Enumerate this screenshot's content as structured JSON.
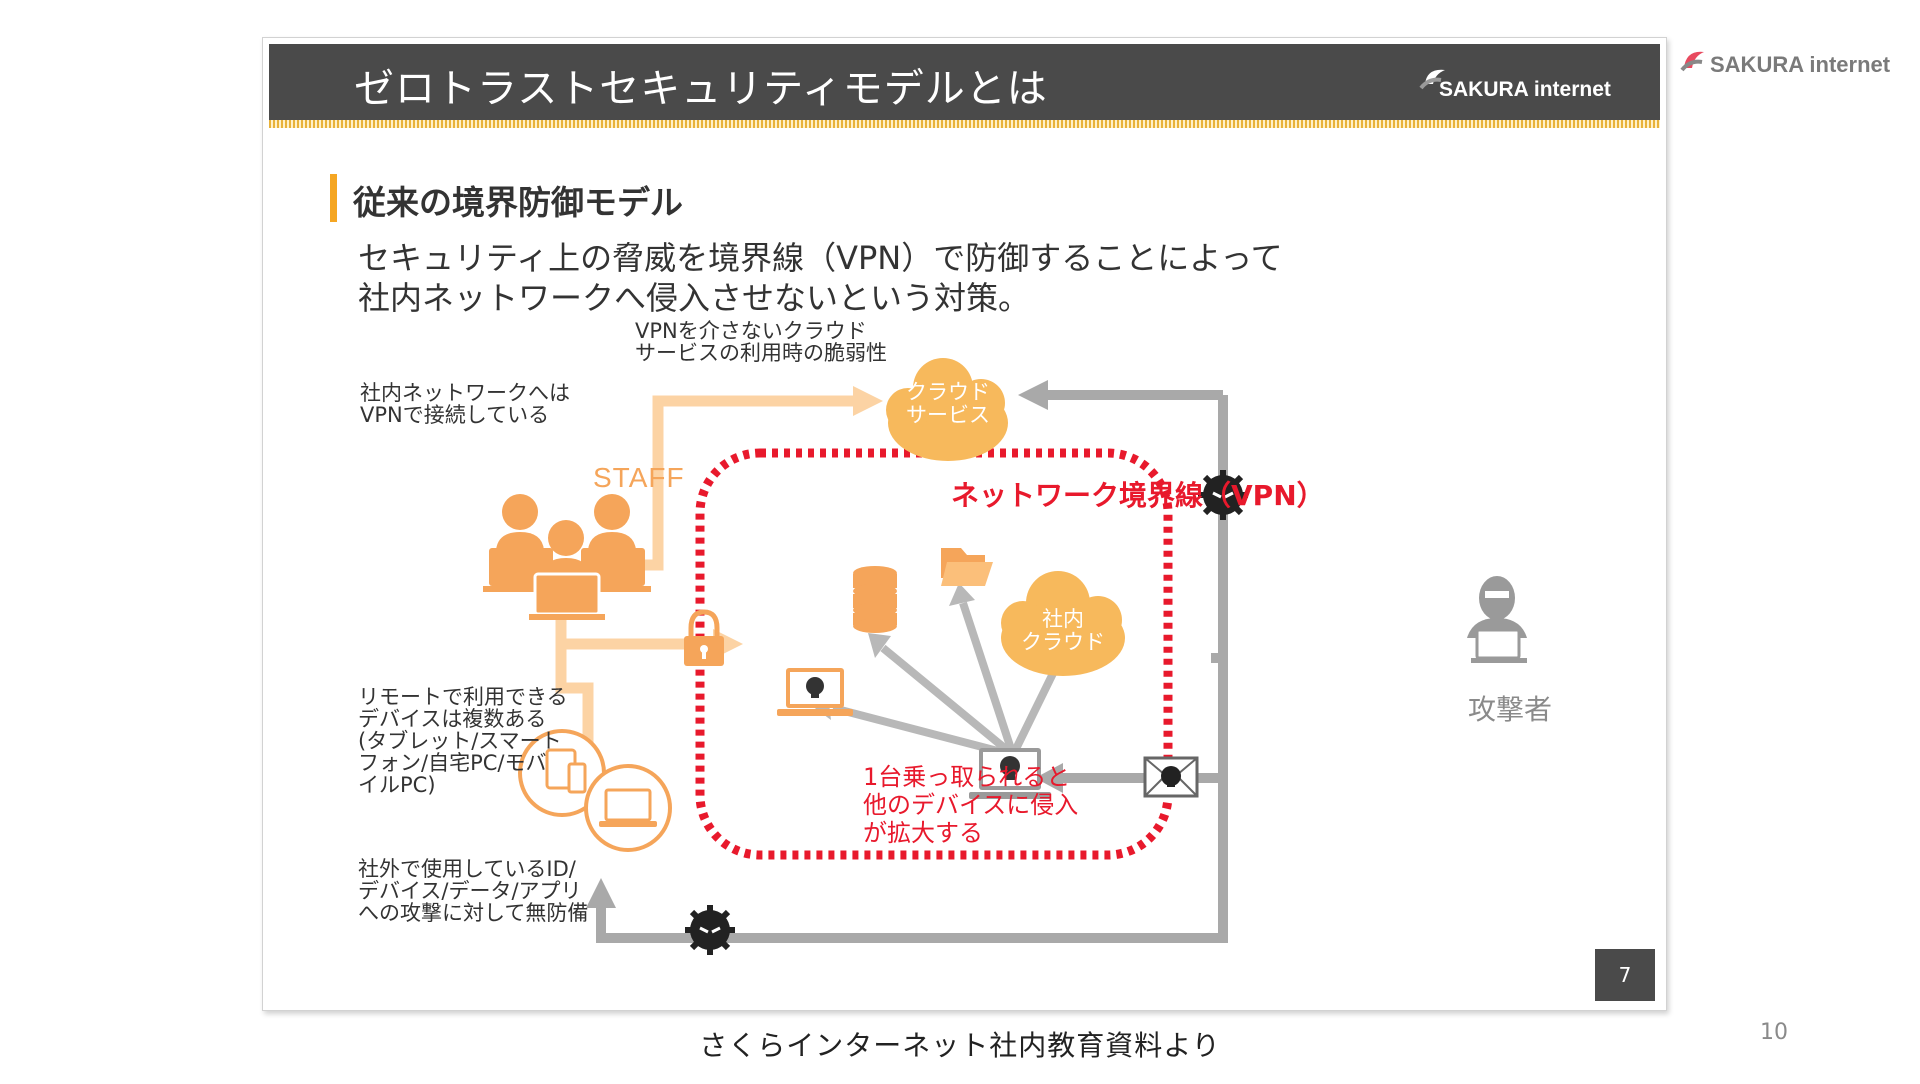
{
  "page": {
    "logo_text": "SAKURA internet",
    "page_number": "10",
    "caption": "さくらインターネット社内教育資料より"
  },
  "slide": {
    "title": "ゼロトラストセキュリティモデルとは",
    "header_logo_text": "SAKURA internet",
    "section_title": "従来の境界防御モデル",
    "lead_lines": [
      "セキュリティ上の脅威を境界線（VPN）で防御することによって",
      "社内ネットワークへ侵入させないという対策。"
    ],
    "slide_number": "7"
  },
  "diagram": {
    "cloud_note": [
      "VPNを介さないクラウド",
      "サービスの利用時の脆弱性"
    ],
    "vpn_note": [
      "社内ネットワークへは",
      "VPNで接続している"
    ],
    "staff_label": "STAFF",
    "remote_note": [
      "リモートで利用できる",
      "デバイスは複数ある",
      "(タブレット/スマート",
      "フォン/自宅PC/モバ",
      "イルPC)"
    ],
    "outside_note": [
      "社外で使用しているID/",
      "デバイス/データ/アプリ",
      "への攻撃に対して無防備"
    ],
    "cloud_service": [
      "クラウド",
      "サービス"
    ],
    "network_boundary": "ネットワーク境界線（VPN）",
    "internal_cloud": [
      "社内",
      "クラウド"
    ],
    "takeover_note": [
      "1台乗っ取られると",
      "他のデバイスに侵入",
      "が拡大する"
    ],
    "attacker": "攻撃者"
  },
  "colors": {
    "header_bg": "#4a4a4a",
    "accent_orange": "#f5a623",
    "light_orange": "#fcc98f",
    "cloud_orange": "#f7b95c",
    "danger_red": "#e8192c",
    "attack_gray": "#a7a7a7"
  },
  "icons": [
    "sakura-logo-icon",
    "staff-group-icon",
    "lock-icon",
    "database-icon",
    "folder-icon",
    "infected-laptop-icon",
    "tablet-phone-icon",
    "laptop-icon",
    "virus-icon",
    "attacker-icon",
    "malicious-mail-icon"
  ]
}
